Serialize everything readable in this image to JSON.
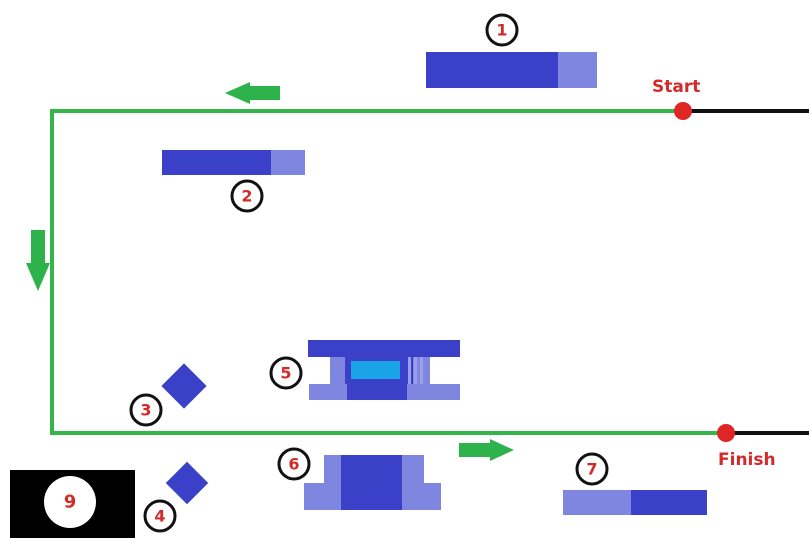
{
  "markers": {
    "start_label": "Start",
    "finish_label": "Finish"
  },
  "numbers": {
    "n1": "1",
    "n2": "2",
    "n3": "3",
    "n4": "4",
    "n5": "5",
    "n6": "6",
    "n7": "7",
    "n9": "9"
  },
  "colors": {
    "path": "#33b54a",
    "arrow": "#2eb34c",
    "block_dark": "#3a41c8",
    "block_light": "#7f86e0",
    "marker": "#e02525",
    "number_text": "#d32a2a",
    "black_line": "#111111",
    "badge_bg": "#000000",
    "screen": "#1aa3e6"
  },
  "icons": {
    "direction_arrows": [
      "arrow-left-icon",
      "arrow-down-icon",
      "arrow-right-icon"
    ]
  }
}
